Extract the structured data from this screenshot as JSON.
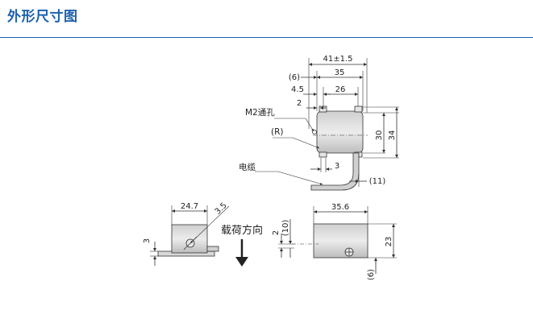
{
  "page": {
    "title": "外形尺寸图"
  },
  "top_view": {
    "dimensions": {
      "overall_width": "41±1.5",
      "ref_6": "(6)",
      "body_35": "35",
      "d_4_5": "4.5",
      "hole_26": "26",
      "d_2": "2",
      "height_30": "30",
      "height_34": "34",
      "d_3": "3",
      "ref_11": "(11)"
    },
    "labels": {
      "m2_hole": "M2通孔",
      "radius": "(R)",
      "cable": "电缆"
    }
  },
  "side_view": {
    "dimensions": {
      "width_24_7": "24.7",
      "angle_3_5": "3.5",
      "height_3": "3"
    },
    "load_direction": "载荷方向"
  },
  "front_view": {
    "dimensions": {
      "width_35_6": "35.6",
      "d_2": "2",
      "ref_10": "(10)",
      "height_23": "23",
      "ref_6": "(6)"
    }
  },
  "colors": {
    "title": "#1d63b0",
    "line": "#333333",
    "body_fill": "#d9d9d9"
  }
}
